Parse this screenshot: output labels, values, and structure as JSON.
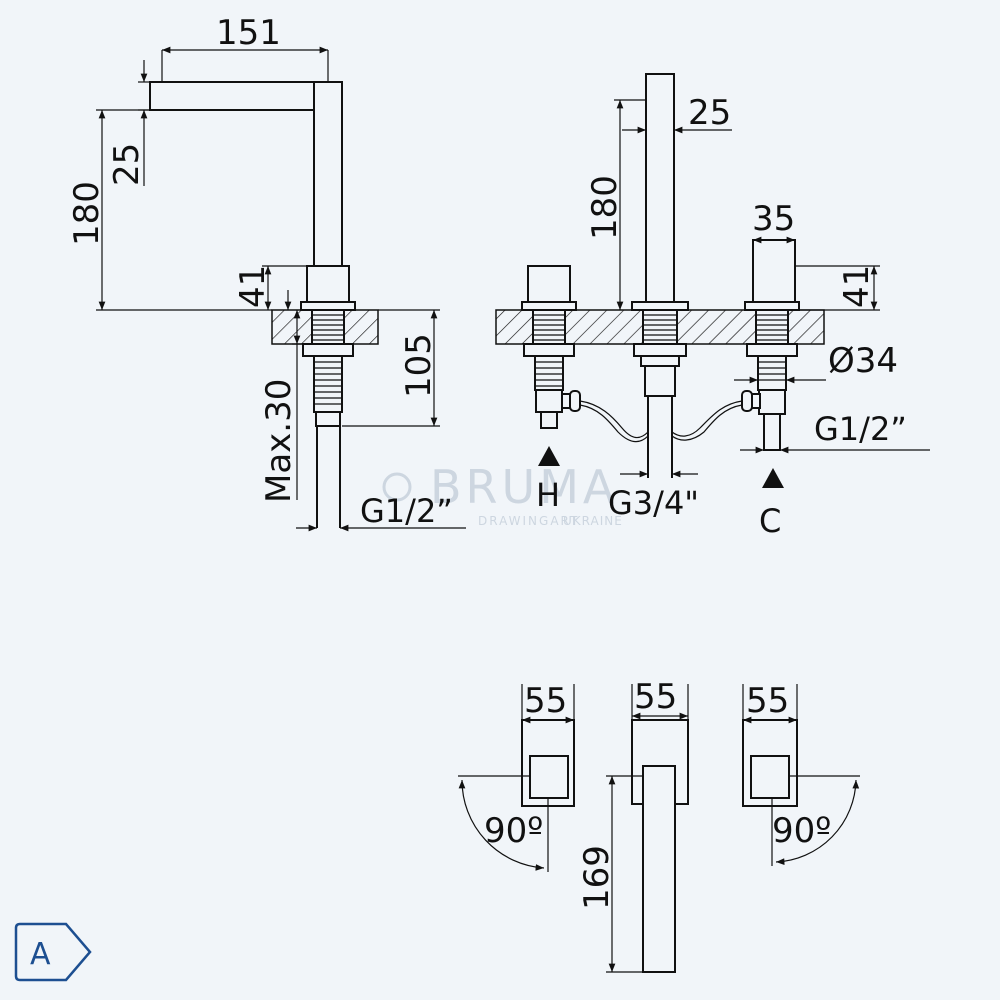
{
  "watermark": {
    "brand": "BRUMA",
    "sub": "DRAWINGART",
    "region": "UKRAINE"
  },
  "side_view": {
    "dim_151": "151",
    "dim_25": "25",
    "dim_180": "180",
    "dim_41": "41",
    "dim_105": "105",
    "dim_max30": "Max.30",
    "dim_thread": "G1/2”"
  },
  "front_view": {
    "dim_25": "25",
    "dim_180": "180",
    "dim_35": "35",
    "dim_41": "41",
    "dim_d34": "Ø34",
    "dim_thread_c": "G1/2”",
    "dim_thread_spout": "G3/4\"",
    "label_hot": "H",
    "label_cold": "C"
  },
  "top_view": {
    "dim_55_left": "55",
    "dim_55_mid": "55",
    "dim_55_right": "55",
    "dim_90_left": "90º",
    "dim_90_right": "90º",
    "dim_169": "169"
  },
  "badge": {
    "letter": "A",
    "border_color": "#1d4f91",
    "text_color": "#1d4f91"
  }
}
